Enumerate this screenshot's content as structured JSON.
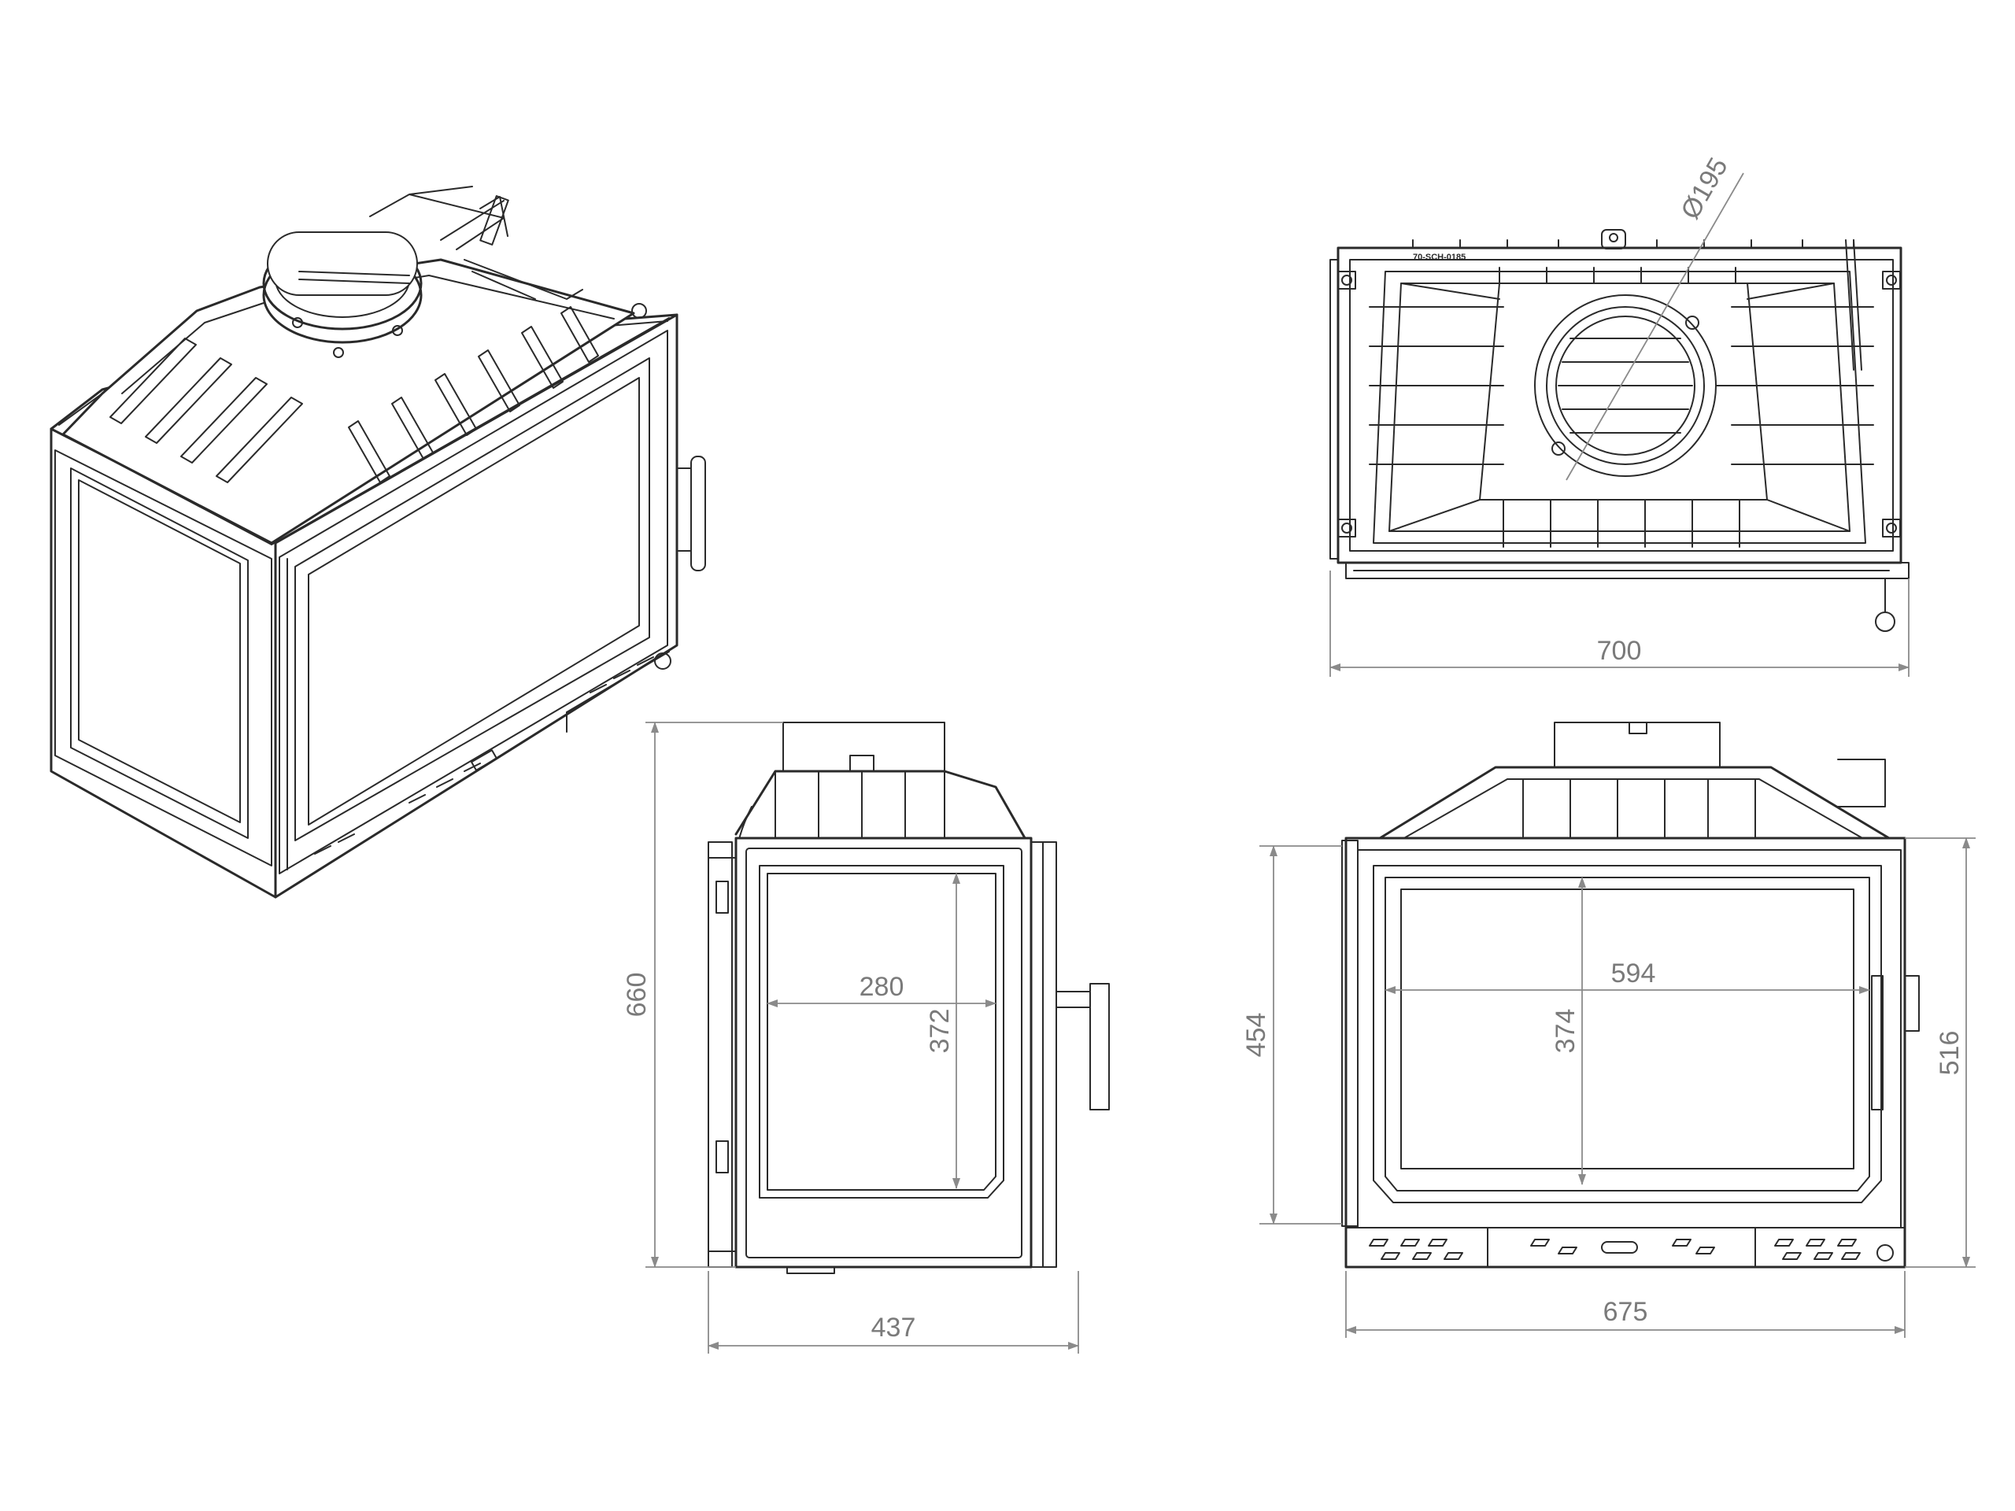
{
  "views": {
    "isometric": {
      "name": "isometric-view"
    },
    "top": {
      "name": "top-view",
      "plate_label": "70-SCH-0185",
      "flue_diameter": "Ø195",
      "width": "700"
    },
    "side": {
      "name": "side-view",
      "height": "660",
      "depth": "437",
      "glass_width": "280",
      "glass_height": "372"
    },
    "front": {
      "name": "front-view",
      "door_height": "454",
      "total_height": "516",
      "width": "675",
      "glass_width": "594",
      "glass_height": "374"
    }
  },
  "colors": {
    "line": "#2a2a2a",
    "dimension": "#8a8a8a",
    "background": "#ffffff"
  }
}
